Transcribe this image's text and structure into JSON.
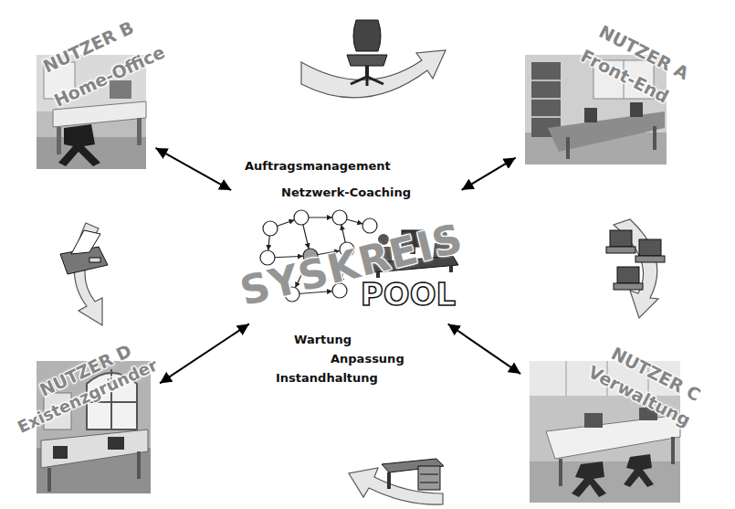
{
  "diagram": {
    "nodes": [
      {
        "text": [
          "NUTZER B",
          "Home-Office"
        ]
      },
      {
        "text": [
          "NUTZER A",
          "Front-End"
        ]
      },
      {
        "text": [
          "SYSKREIS",
          "POOL"
        ]
      },
      {
        "text": [
          "NUTZER D",
          "Existenzgründer"
        ]
      },
      {
        "text": [
          "NUTZER C",
          "Verwaltung"
        ]
      }
    ],
    "edges": [
      {
        "from": 2,
        "to": 0,
        "arrow": "both"
      },
      {
        "from": 2,
        "to": 1,
        "arrow": "both"
      },
      {
        "from": 2,
        "to": 3,
        "arrow": "both"
      },
      {
        "from": 2,
        "to": 4,
        "arrow": "both"
      }
    ],
    "labels": [
      "Auftragsmanagement",
      "Netzwerk-Coaching",
      "Wartung",
      "Anpassung",
      "Instandhaltung"
    ]
  }
}
